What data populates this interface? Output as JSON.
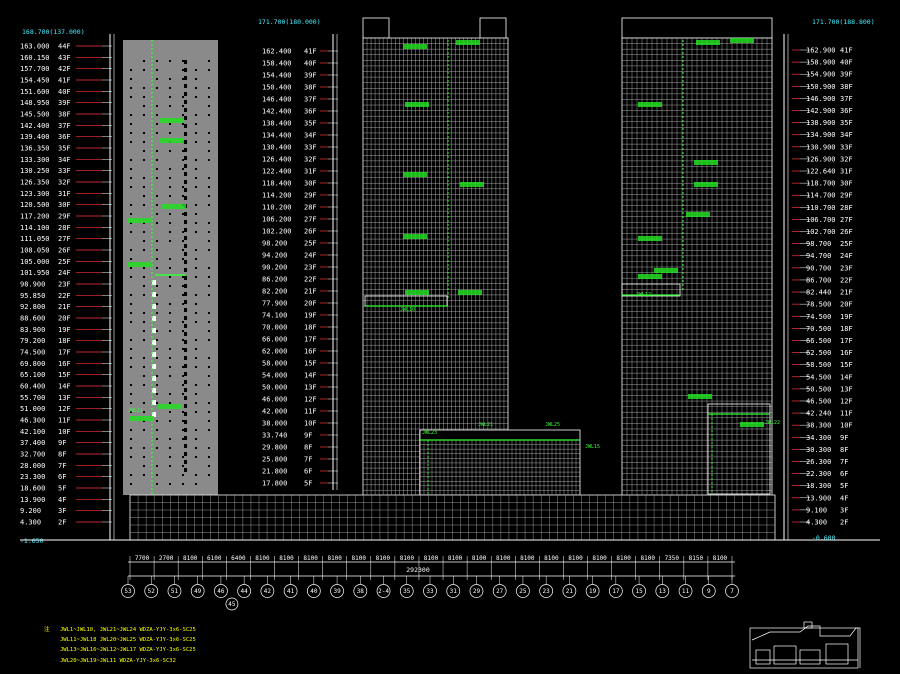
{
  "top_labels": {
    "left": "168.700(137.000)",
    "middle": "171.700(180.000)",
    "right": "171.700(188.800)"
  },
  "bottom_labels": {
    "left": "-1.650",
    "right": "-0.600"
  },
  "levels_left": [
    [
      "163.000",
      "44F"
    ],
    [
      "160.150",
      "43F"
    ],
    [
      "157.700",
      "42F"
    ],
    [
      "154.450",
      "41F"
    ],
    [
      "151.600",
      "40F"
    ],
    [
      "148.950",
      "39F"
    ],
    [
      "145.500",
      "38F"
    ],
    [
      "142.400",
      "37F"
    ],
    [
      "139.400",
      "36F"
    ],
    [
      "136.350",
      "35F"
    ],
    [
      "133.300",
      "34F"
    ],
    [
      "130.250",
      "33F"
    ],
    [
      "126.350",
      "32F"
    ],
    [
      "123.300",
      "31F"
    ],
    [
      "120.500",
      "30F"
    ],
    [
      "117.200",
      "29F"
    ],
    [
      "114.100",
      "28F"
    ],
    [
      "111.050",
      "27F"
    ],
    [
      "108.050",
      "26F"
    ],
    [
      "105.000",
      "25F"
    ],
    [
      "101.950",
      "24F"
    ],
    [
      "98.900",
      "23F"
    ],
    [
      "95.850",
      "22F"
    ],
    [
      "92.800",
      "21F"
    ],
    [
      "88.600",
      "20F"
    ],
    [
      "83.900",
      "19F"
    ],
    [
      "79.200",
      "18F"
    ],
    [
      "74.500",
      "17F"
    ],
    [
      "69.800",
      "16F"
    ],
    [
      "65.100",
      "15F"
    ],
    [
      "60.400",
      "14F"
    ],
    [
      "55.700",
      "13F"
    ],
    [
      "51.000",
      "12F"
    ],
    [
      "46.300",
      "11F"
    ],
    [
      "42.100",
      "10F"
    ],
    [
      "37.400",
      "9F"
    ],
    [
      "32.700",
      "8F"
    ],
    [
      "28.000",
      "7F"
    ],
    [
      "23.300",
      "6F"
    ],
    [
      "18.600",
      "5F"
    ],
    [
      "13.900",
      "4F"
    ],
    [
      "9.200",
      "3F"
    ],
    [
      "4.300",
      "2F"
    ]
  ],
  "levels_middle": [
    [
      "162.400",
      "41F"
    ],
    [
      "158.400",
      "40F"
    ],
    [
      "154.400",
      "39F"
    ],
    [
      "150.400",
      "38F"
    ],
    [
      "146.400",
      "37F"
    ],
    [
      "142.400",
      "36F"
    ],
    [
      "138.400",
      "35F"
    ],
    [
      "134.400",
      "34F"
    ],
    [
      "130.400",
      "33F"
    ],
    [
      "126.400",
      "32F"
    ],
    [
      "122.400",
      "31F"
    ],
    [
      "118.400",
      "30F"
    ],
    [
      "114.200",
      "29F"
    ],
    [
      "110.200",
      "28F"
    ],
    [
      "106.200",
      "27F"
    ],
    [
      "102.200",
      "26F"
    ],
    [
      "98.200",
      "25F"
    ],
    [
      "94.200",
      "24F"
    ],
    [
      "90.200",
      "23F"
    ],
    [
      "86.200",
      "22F"
    ],
    [
      "82.200",
      "21F"
    ],
    [
      "77.900",
      "20F"
    ],
    [
      "74.100",
      "19F"
    ],
    [
      "70.000",
      "18F"
    ],
    [
      "66.000",
      "17F"
    ],
    [
      "62.000",
      "16F"
    ],
    [
      "58.000",
      "15F"
    ],
    [
      "54.000",
      "14F"
    ],
    [
      "50.000",
      "13F"
    ],
    [
      "46.000",
      "12F"
    ],
    [
      "42.000",
      "11F"
    ],
    [
      "38.000",
      "10F"
    ],
    [
      "33.740",
      "9F"
    ],
    [
      "29.800",
      "8F"
    ],
    [
      "25.800",
      "7F"
    ],
    [
      "21.800",
      "6F"
    ],
    [
      "17.800",
      "5F"
    ]
  ],
  "levels_right": [
    [
      "162.900",
      "41F"
    ],
    [
      "158.900",
      "40F"
    ],
    [
      "154.900",
      "39F"
    ],
    [
      "150.900",
      "38F"
    ],
    [
      "146.900",
      "37F"
    ],
    [
      "142.900",
      "36F"
    ],
    [
      "138.900",
      "35F"
    ],
    [
      "134.900",
      "34F"
    ],
    [
      "130.900",
      "33F"
    ],
    [
      "126.900",
      "32F"
    ],
    [
      "122.640",
      "31F"
    ],
    [
      "118.700",
      "30F"
    ],
    [
      "114.700",
      "29F"
    ],
    [
      "110.700",
      "28F"
    ],
    [
      "106.700",
      "27F"
    ],
    [
      "102.700",
      "26F"
    ],
    [
      "98.700",
      "25F"
    ],
    [
      "94.700",
      "24F"
    ],
    [
      "90.700",
      "23F"
    ],
    [
      "86.700",
      "22F"
    ],
    [
      "82.440",
      "21F"
    ],
    [
      "78.500",
      "20F"
    ],
    [
      "74.500",
      "19F"
    ],
    [
      "70.500",
      "18F"
    ],
    [
      "66.500",
      "17F"
    ],
    [
      "62.500",
      "16F"
    ],
    [
      "58.500",
      "15F"
    ],
    [
      "54.500",
      "14F"
    ],
    [
      "50.500",
      "13F"
    ],
    [
      "46.500",
      "12F"
    ],
    [
      "42.240",
      "11F"
    ],
    [
      "38.300",
      "10F"
    ],
    [
      "34.300",
      "9F"
    ],
    [
      "30.300",
      "8F"
    ],
    [
      "26.300",
      "7F"
    ],
    [
      "22.300",
      "6F"
    ],
    [
      "18.300",
      "5F"
    ],
    [
      "13.900",
      "4F"
    ],
    [
      "9.100",
      "3F"
    ],
    [
      "4.300",
      "2F"
    ]
  ],
  "dimensions": [
    "7700",
    "2700",
    "8100",
    "6100",
    "6400",
    "8100",
    "8100",
    "8100",
    "8100",
    "8100",
    "8100",
    "8100",
    "8100",
    "8100",
    "8100",
    "8100",
    "8100",
    "8100",
    "8100",
    "8100",
    "8100",
    "8100",
    "7350",
    "8150",
    "8100"
  ],
  "total_dimension": "292300",
  "axes": [
    "53",
    "52",
    "51",
    "49",
    "46",
    "44",
    "42",
    "41",
    "40",
    "39",
    "38",
    "2-4",
    "35",
    "33",
    "31",
    "29",
    "27",
    "25",
    "23",
    "21",
    "19",
    "17",
    "15",
    "13",
    "11",
    "9",
    "7"
  ],
  "axis_extra": "45",
  "legend": {
    "marker": "注",
    "lines": [
      "JWL1~JWL10, JWL21~JWL24      WDZA-YJY-3x6-SC25",
      "JWL11~JWL18 JWL20~JWL25      WDZA-YJY-3x6-SC25",
      "JWL13~JWL16~JWL12~JWL17      WDZA-YJY-3x6-SC25",
      "JWL20~JWL19~JWL11            WDZA-YJY-3x6-SC32"
    ]
  },
  "marks": [
    "JWL25",
    "JWL23",
    "JWL15",
    "JWL22",
    "JWL21",
    "JWL10",
    "JWL12",
    "JWL11"
  ]
}
